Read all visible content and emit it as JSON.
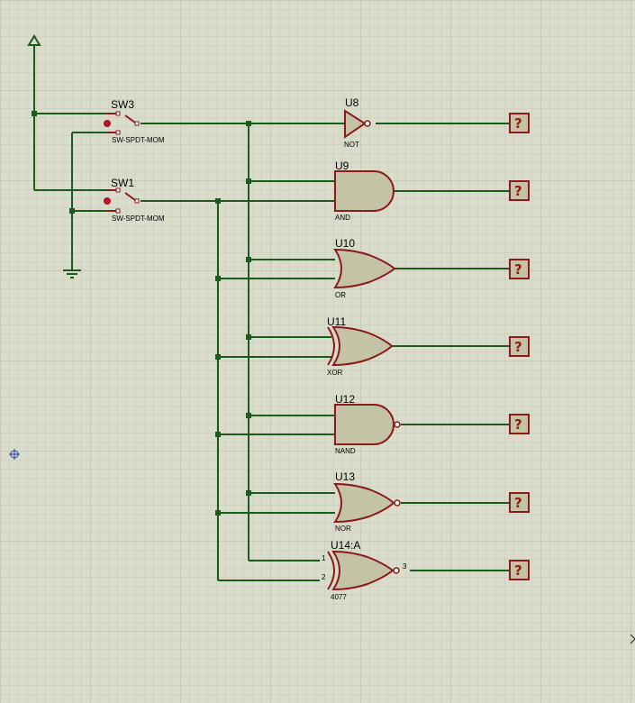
{
  "switches": [
    {
      "ref": "SW3",
      "type": "SW-SPDT-MOM"
    },
    {
      "ref": "SW1",
      "type": "SW-SPDT-MOM"
    }
  ],
  "gates": [
    {
      "ref": "U8",
      "type": "NOT"
    },
    {
      "ref": "U9",
      "type": "AND"
    },
    {
      "ref": "U10",
      "type": "OR"
    },
    {
      "ref": "U11",
      "type": "XOR"
    },
    {
      "ref": "U12",
      "type": "NAND"
    },
    {
      "ref": "U13",
      "type": "NOR"
    },
    {
      "ref": "U14:A",
      "type": "4077",
      "pins": [
        "1",
        "2",
        "3"
      ]
    }
  ],
  "probe_label": "?",
  "colors": {
    "wire": "#1a5a1a",
    "component": "#8b1a1a",
    "body": "#c5c3a6",
    "grid_minor": "#c9ccb9",
    "grid_major": "#b9bca9"
  }
}
